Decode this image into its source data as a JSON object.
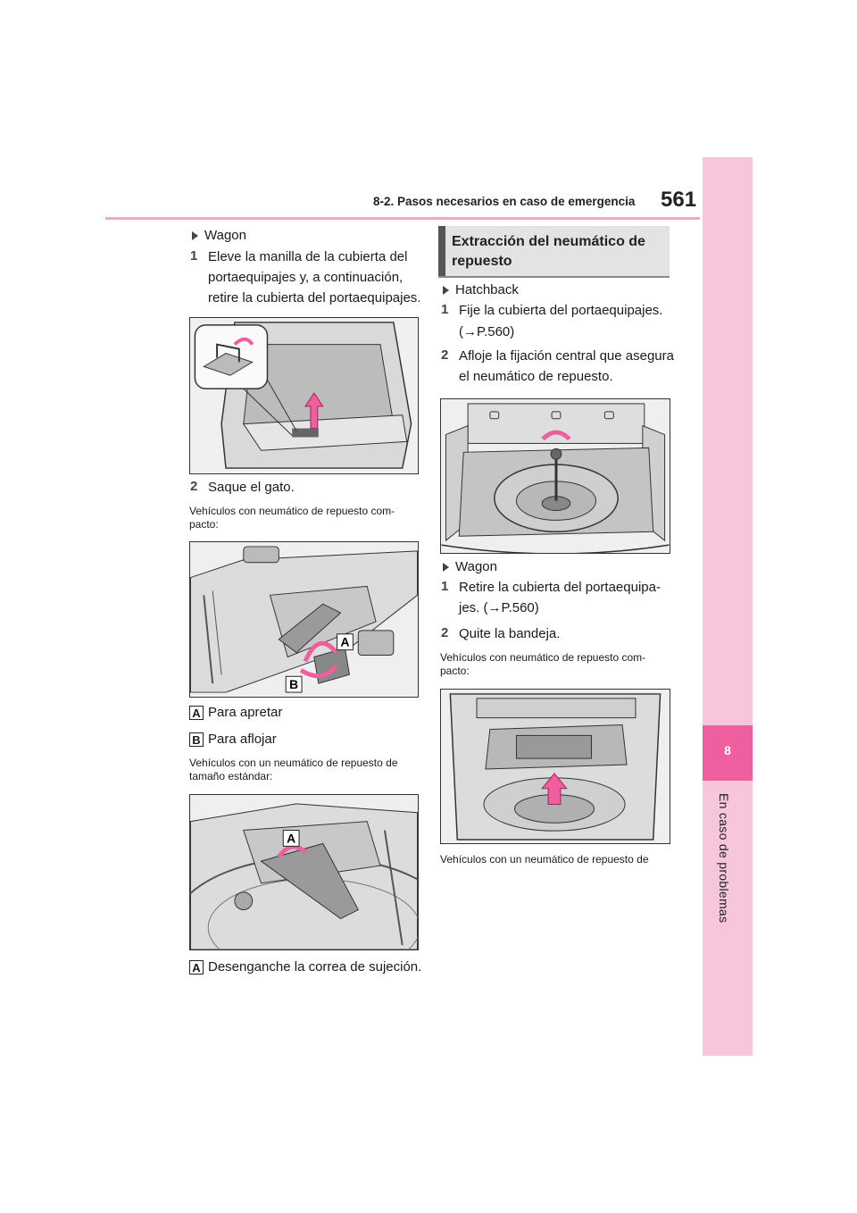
{
  "header": {
    "section": "8-2. Pasos necesarios en caso de emergencia",
    "page_number": "561"
  },
  "side_tab": {
    "chapter_number": "8",
    "chapter_title": "En caso de problemas"
  },
  "left_column": {
    "wagon_heading": "Wagon",
    "step1_num": "1",
    "step1_lines": [
      "Eleve la manilla de la cubierta del",
      "portaequipajes y, a continuación,",
      "retire la cubierta del portaequipajes."
    ],
    "step2_num": "2",
    "step2_text": "Saque el gato.",
    "compact_note_lines": [
      "Vehículos con neumático de repuesto com-",
      "pacto:"
    ],
    "label_a": "A",
    "label_b": "B",
    "tighten_text": "Para apretar",
    "loosen_text": "Para aflojar",
    "standard_note_lines": [
      "Vehículos con un neumático de repuesto de",
      "tamaño estándar:"
    ],
    "unhook_text": "Desenganche la correa de sujeción."
  },
  "right_column": {
    "section_title_lines": [
      "Extracción del neumático de",
      "repuesto"
    ],
    "hatchback_heading": "Hatchback",
    "h_step1_num": "1",
    "h_step1_text": "Fije la cubierta del portaequipajes.",
    "h_step1_ref": "(→P.560)",
    "h_step2_num": "2",
    "h_step2_lines": [
      "Afloje la fijación central que asegura",
      "el neumático de repuesto."
    ],
    "wagon_heading": "Wagon",
    "w_step1_num": "1",
    "w_step1_lines": [
      "Retire la cubierta del portaequipa-",
      "jes. (→P.560)"
    ],
    "w_step2_num": "2",
    "w_step2_text": "Quite la bandeja.",
    "compact_note_lines": [
      "Vehículos con neumático de repuesto com-",
      "pacto:"
    ],
    "standard_note": "Vehículos con un neumático de repuesto de"
  }
}
